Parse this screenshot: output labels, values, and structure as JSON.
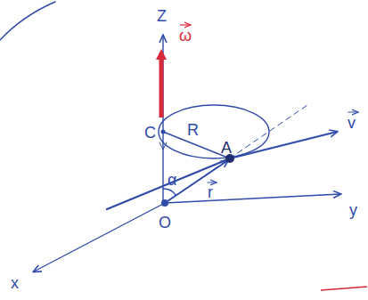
{
  "diagram": {
    "labels": [
      "Z",
      "ω",
      "C",
      "R",
      "A",
      "v",
      "r",
      "α",
      "O",
      "y",
      "x"
    ]
  }
}
